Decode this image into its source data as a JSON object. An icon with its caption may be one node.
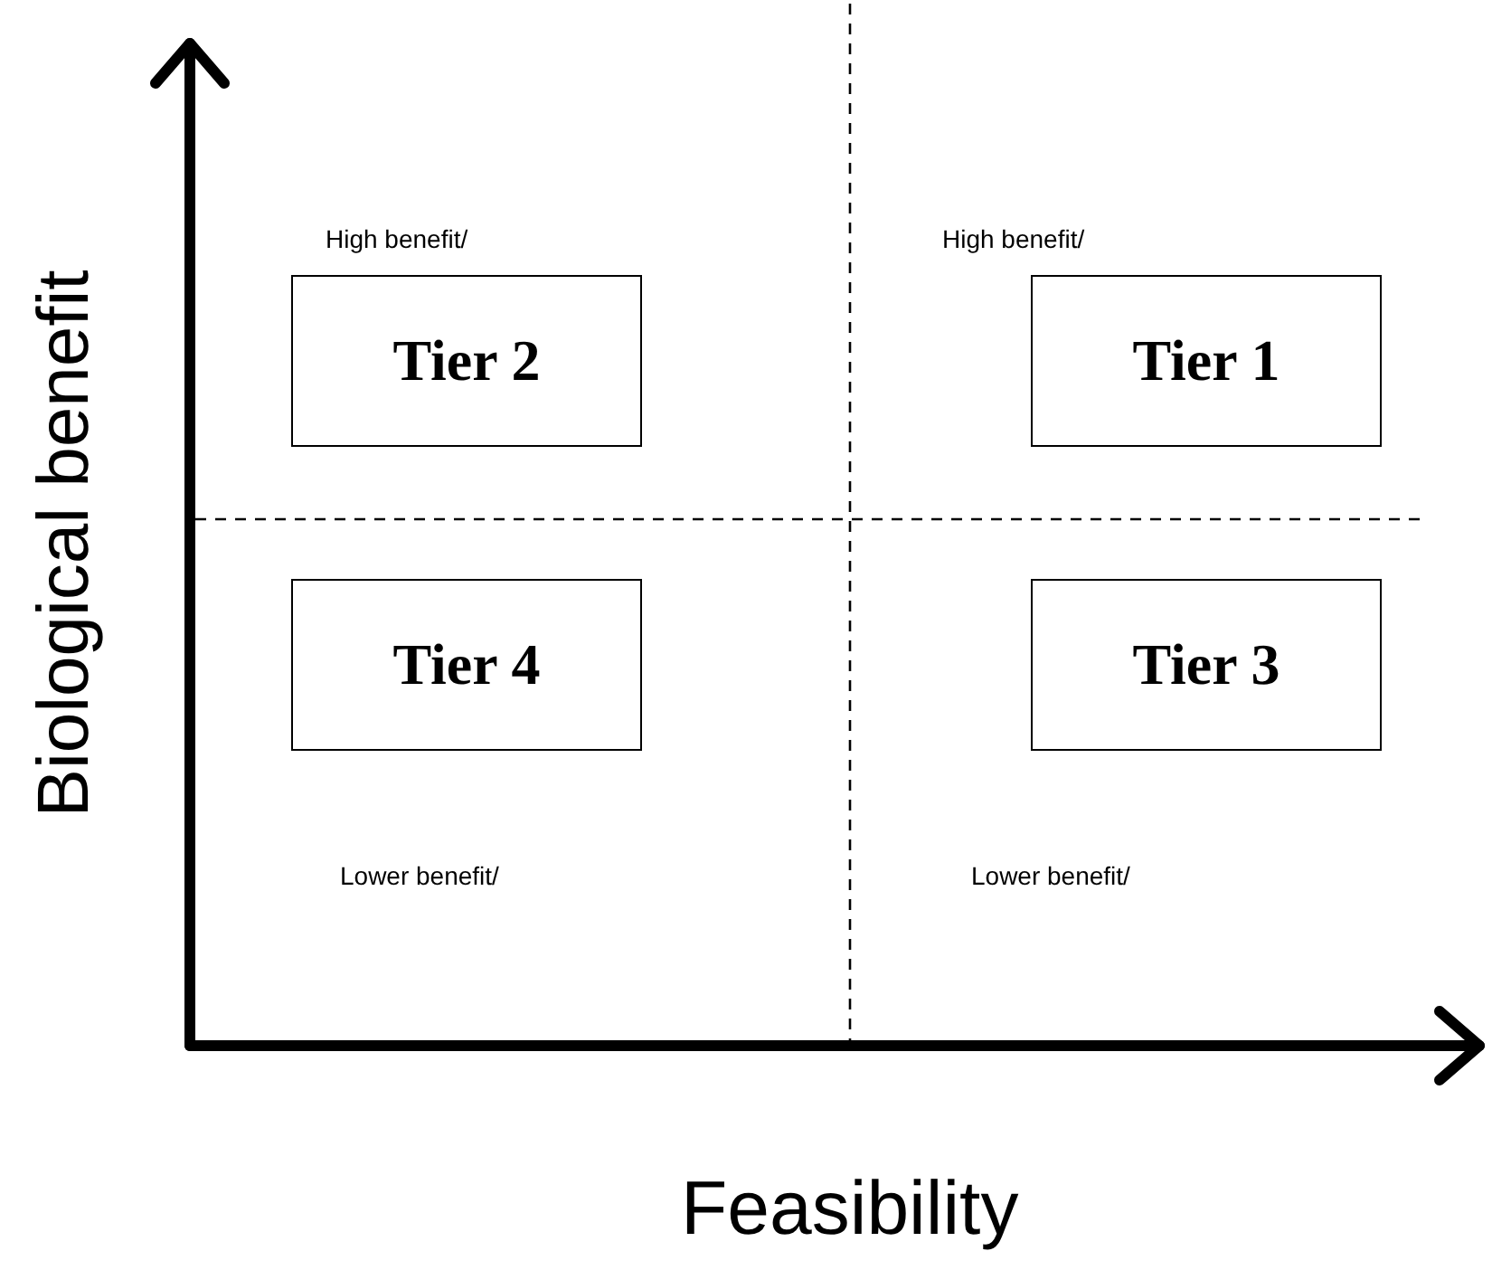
{
  "diagram": {
    "nodes": [
      {
        "text": [
          "Tier 2"
        ]
      },
      {
        "text": [
          "Tier 1"
        ]
      },
      {
        "text": [
          "Tier 4"
        ]
      },
      {
        "text": [
          "Tier 3"
        ]
      }
    ],
    "labels": [
      "High benefit/",
      "High benefit/",
      "Lower benefit/",
      "Lower benefit/",
      "Biological benefit",
      "Feasibility"
    ]
  }
}
